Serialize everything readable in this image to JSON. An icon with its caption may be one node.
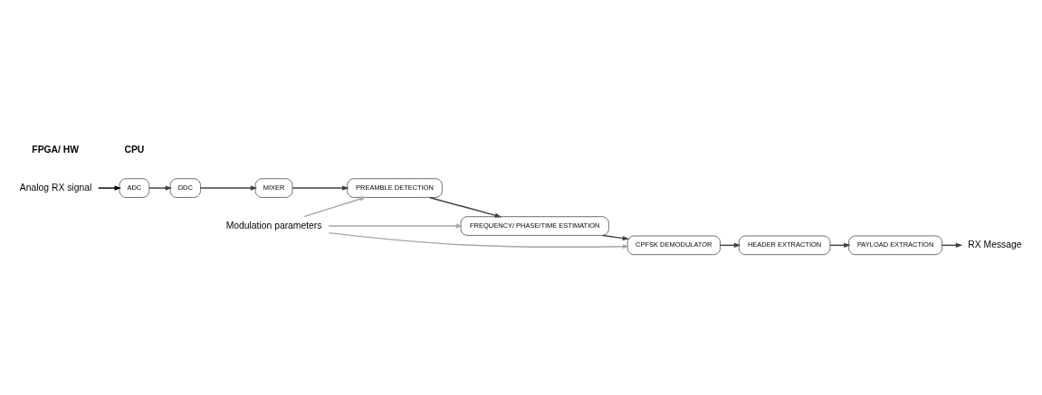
{
  "diagram": {
    "nodes": [
      {
        "text": [
          "Analog RX signal"
        ]
      },
      {
        "text": [
          "ADC"
        ]
      },
      {
        "text": [
          "DDC"
        ]
      },
      {
        "text": [
          "MIXER"
        ]
      },
      {
        "text": [
          "PREAMBLE DETECTION"
        ]
      },
      {
        "text": [
          "FREQUENCY/ PHASE/TIME ESTIMATION"
        ]
      },
      {
        "text": [
          "CPFSK DEMODULATOR"
        ]
      },
      {
        "text": [
          "HEADER EXTRACTION"
        ]
      },
      {
        "text": [
          "PAYLOAD EXTRACTION"
        ]
      },
      {
        "text": [
          "RX Message"
        ]
      },
      {
        "text": [
          "Modulation parameters"
        ]
      }
    ],
    "edges": [
      {
        "from": 0,
        "to": 1,
        "arrow": "to",
        "color": "#000000"
      },
      {
        "from": 1,
        "to": 2,
        "arrow": "to"
      },
      {
        "from": 2,
        "to": 3,
        "arrow": "to"
      },
      {
        "from": 3,
        "to": 4,
        "arrow": "to"
      },
      {
        "from": 4,
        "to": 5,
        "arrow": "to"
      },
      {
        "from": 5,
        "to": 6,
        "arrow": "to"
      },
      {
        "from": 6,
        "to": 7,
        "arrow": "to"
      },
      {
        "from": 7,
        "to": 8,
        "arrow": "to"
      },
      {
        "from": 8,
        "to": 9,
        "arrow": "to"
      },
      {
        "from": 10,
        "to": 4,
        "arrow": "to",
        "color": "#a6a6a6"
      },
      {
        "from": 10,
        "to": 5,
        "arrow": "to",
        "color": "#a6a6a6"
      },
      {
        "from": 10,
        "to": 6,
        "arrow": "to",
        "color": "#a6a6a6"
      }
    ],
    "labels": [
      "FPGA/ HW",
      "CPU"
    ]
  }
}
